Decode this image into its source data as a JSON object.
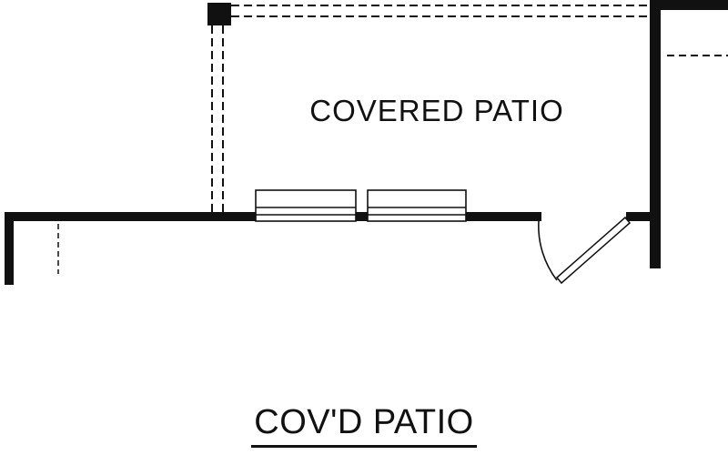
{
  "drawing": {
    "type": "floor-plan-detail",
    "room_label": "COVERED PATIO",
    "sheet_label": "COV'D PATIO",
    "ink_color": "#111111",
    "background_color": "#ffffff",
    "features": [
      "support-post",
      "overhead-beam-dashed-lines",
      "post-projection-dashed-lines",
      "exterior-wall-right",
      "exterior-wall-main",
      "left-wall-return",
      "window",
      "window",
      "door-with-swing"
    ]
  }
}
